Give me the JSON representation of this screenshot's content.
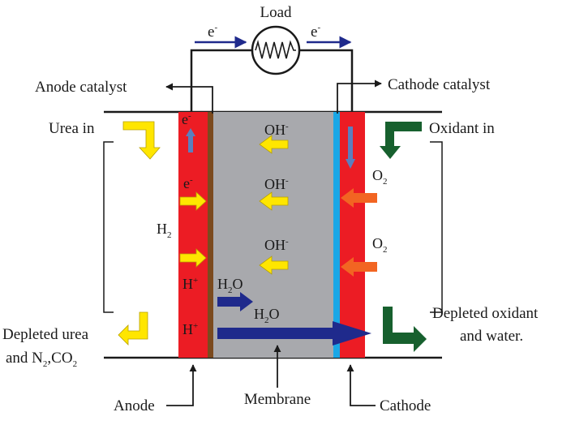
{
  "diagram": {
    "load": "Load",
    "electron_flow_left": {
      "base": "e",
      "sup": "-"
    },
    "electron_flow_right": {
      "base": "e",
      "sup": "-"
    },
    "anode_catalyst": "Anode catalyst",
    "cathode_catalyst": "Cathode catalyst",
    "urea_in": "Urea in",
    "oxidant_in": "Oxidant in",
    "depleted_urea_line1": "Depleted urea",
    "depleted_urea_line2": {
      "pre": "and N",
      "sub1": "2",
      "mid": ",CO",
      "sub2": "2"
    },
    "depleted_oxidant_line1": "Depleted oxidant",
    "depleted_oxidant_line2": "and water.",
    "anode": "Anode",
    "membrane": "Membrane",
    "cathode": "Cathode",
    "anode_electrons": [
      {
        "base": "e",
        "sup": "-"
      },
      {
        "base": "e",
        "sup": "-"
      }
    ],
    "hydrogen": {
      "base": "H",
      "sub": "2"
    },
    "protons": [
      {
        "base": "H",
        "sup": "+"
      },
      {
        "base": "H",
        "sup": "+"
      }
    ],
    "hydroxide_ions": [
      {
        "base": "OH",
        "sup": "-"
      },
      {
        "base": "OH",
        "sup": "-"
      },
      {
        "base": "OH",
        "sup": "-"
      }
    ],
    "water_small": {
      "base": "H",
      "sub": "2",
      "tail": "O"
    },
    "water_large": {
      "base": "H",
      "sub": "2",
      "tail": "O"
    },
    "oxygen": [
      {
        "base": "O",
        "sub": "2"
      },
      {
        "base": "O",
        "sub": "2"
      }
    ],
    "colors": {
      "electrode": "#ec1c24",
      "membrane": "#a8a9ad",
      "anode_catalyst": "#7b4a1e",
      "cathode_catalyst": "#1aa7e6",
      "yellow_arrow": "#ffe600",
      "orange_arrow": "#f26522",
      "green_arrow": "#17602e",
      "blue_arrow": "#1f2a8c",
      "electron_arrow": "#5b7fbf"
    }
  }
}
